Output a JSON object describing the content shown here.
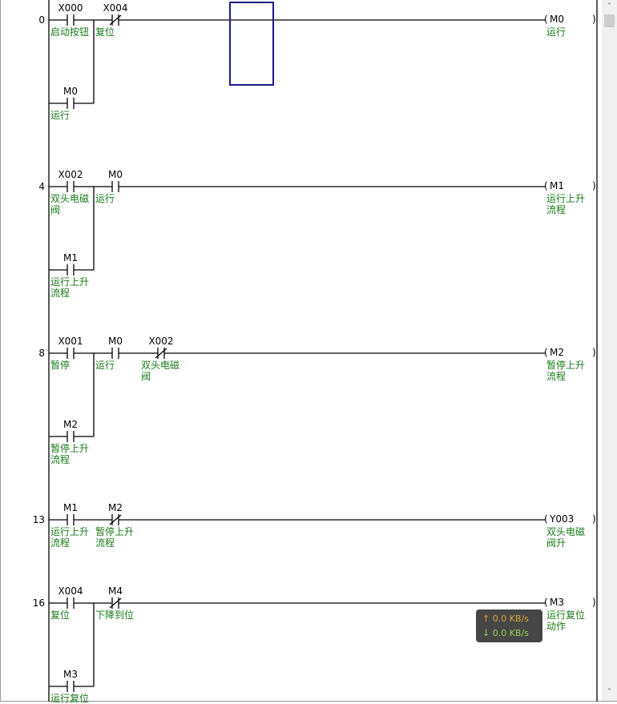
{
  "rungs": [
    {
      "number": "0",
      "contacts": [
        {
          "device": "X000",
          "comment": "启动按钮",
          "type": "no",
          "col": 0
        },
        {
          "device": "X004",
          "comment": "复位",
          "type": "nc",
          "col": 1
        }
      ],
      "branch": {
        "device": "M0",
        "comment": "运行",
        "type": "no"
      },
      "coil": {
        "device": "M0",
        "comment": "运行"
      }
    },
    {
      "number": "4",
      "contacts": [
        {
          "device": "X002",
          "comment": "双头电磁\n阀",
          "type": "no",
          "col": 0
        },
        {
          "device": "M0",
          "comment": "运行",
          "type": "no",
          "col": 1
        }
      ],
      "branch": {
        "device": "M1",
        "comment": "运行上升\n流程",
        "type": "no"
      },
      "coil": {
        "device": "M1",
        "comment": "运行上升\n流程"
      }
    },
    {
      "number": "8",
      "contacts": [
        {
          "device": "X001",
          "comment": "暂停",
          "type": "no",
          "col": 0
        },
        {
          "device": "M0",
          "comment": "运行",
          "type": "no",
          "col": 1
        },
        {
          "device": "X002",
          "comment": "双头电磁\n阀",
          "type": "nc",
          "col": 2
        }
      ],
      "branch": {
        "device": "M2",
        "comment": "暂停上升\n流程",
        "type": "no"
      },
      "coil": {
        "device": "M2",
        "comment": "暂停上升\n流程"
      }
    },
    {
      "number": "13",
      "contacts": [
        {
          "device": "M1",
          "comment": "运行上升\n流程",
          "type": "no",
          "col": 0
        },
        {
          "device": "M2",
          "comment": "暂停上升\n流程",
          "type": "nc",
          "col": 1
        }
      ],
      "branch": null,
      "coil": {
        "device": "Y003",
        "comment": "双头电磁\n阀升"
      }
    },
    {
      "number": "16",
      "contacts": [
        {
          "device": "X004",
          "comment": "复位",
          "type": "no",
          "col": 0
        },
        {
          "device": "M4",
          "comment": "下降到位",
          "type": "nc",
          "col": 1
        }
      ],
      "branch": {
        "device": "M3",
        "comment": "运行复位",
        "type": "no"
      },
      "coil": {
        "device": "M3",
        "comment": "运行复位\n动作"
      }
    }
  ],
  "network_tooltip": {
    "upload": "↑ 0.0 KB/s",
    "download": "↓ 0.0 KB/s",
    "upload_color": "#e0a030",
    "download_color": "#8fd14f"
  },
  "scrollbar": {
    "up": "˄",
    "down": "˅"
  }
}
